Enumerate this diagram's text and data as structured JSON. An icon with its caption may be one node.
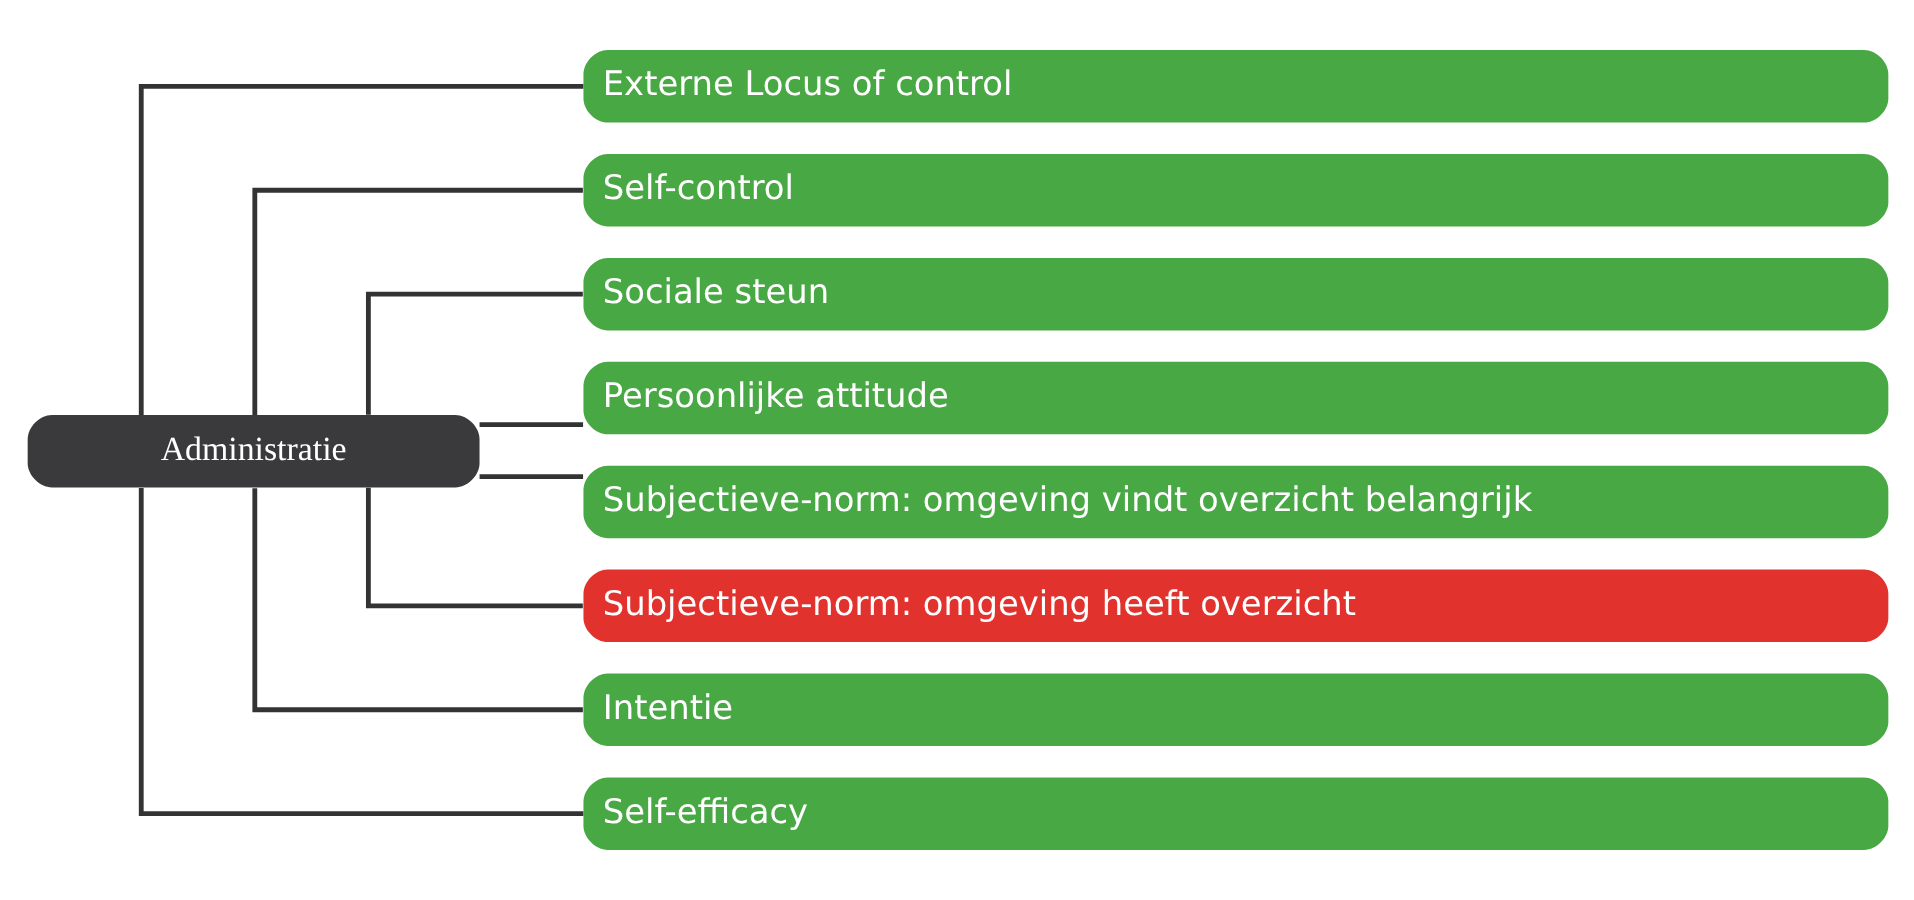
{
  "diagram": {
    "nodes": [
      {
        "text": [
          "Administratie"
        ]
      },
      {
        "text": [
          "Externe Locus of control"
        ]
      },
      {
        "text": [
          "Self-control"
        ]
      },
      {
        "text": [
          "Sociale steun"
        ]
      },
      {
        "text": [
          "Persoonlijke attitude"
        ]
      },
      {
        "text": [
          "Subjectieve-norm: omgeving vindt overzicht belangrijk"
        ]
      },
      {
        "text": [
          "Subjectieve-norm: omgeving heeft overzicht"
        ]
      },
      {
        "text": [
          "Intentie"
        ]
      },
      {
        "text": [
          "Self-efficacy"
        ]
      }
    ],
    "edges": [
      {
        "from": 0,
        "to": 1,
        "arrow": "none"
      },
      {
        "from": 0,
        "to": 2,
        "arrow": "none"
      },
      {
        "from": 0,
        "to": 3,
        "arrow": "none"
      },
      {
        "from": 0,
        "to": 4,
        "arrow": "none"
      },
      {
        "from": 0,
        "to": 5,
        "arrow": "none"
      },
      {
        "from": 0,
        "to": 6,
        "arrow": "none"
      },
      {
        "from": 0,
        "to": 7,
        "arrow": "none"
      },
      {
        "from": 0,
        "to": 8,
        "arrow": "none"
      }
    ]
  }
}
